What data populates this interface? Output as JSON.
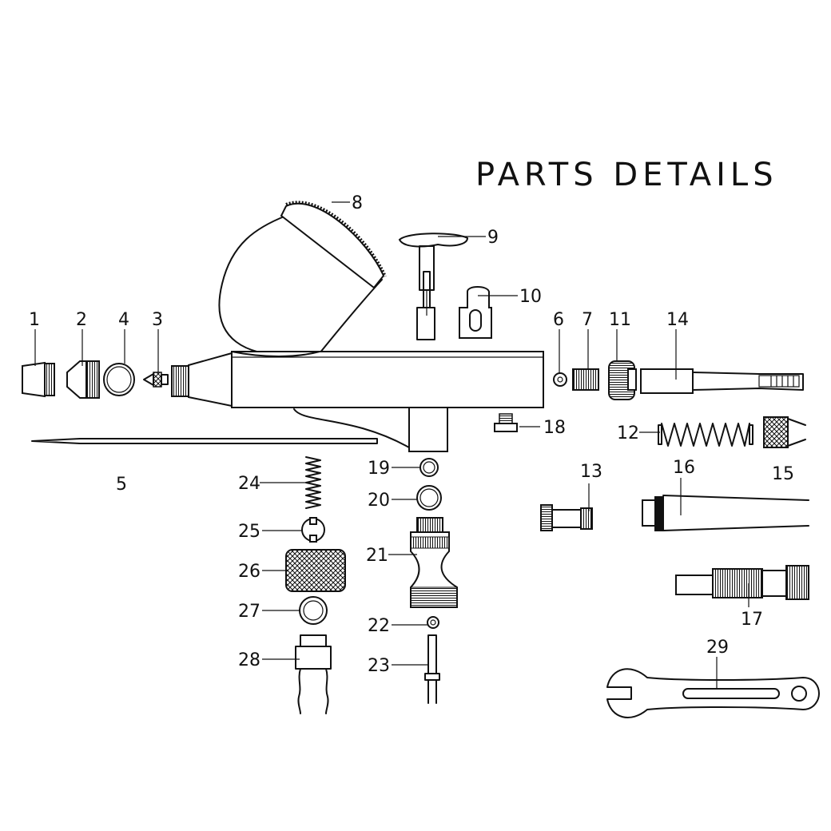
{
  "title": "PARTS DETAILS",
  "labels": {
    "p1": "1",
    "p2": "2",
    "p3": "3",
    "p4": "4",
    "p5": "5",
    "p6": "6",
    "p7": "7",
    "p8": "8",
    "p9": "9",
    "p10": "10",
    "p11": "11",
    "p12": "12",
    "p13": "13",
    "p14": "14",
    "p15": "15",
    "p16": "16",
    "p17": "17",
    "p18": "18",
    "p19": "19",
    "p20": "20",
    "p21": "21",
    "p22": "22",
    "p23": "23",
    "p24": "24",
    "p25": "25",
    "p26": "26",
    "p27": "27",
    "p28": "28",
    "p29": "29"
  }
}
